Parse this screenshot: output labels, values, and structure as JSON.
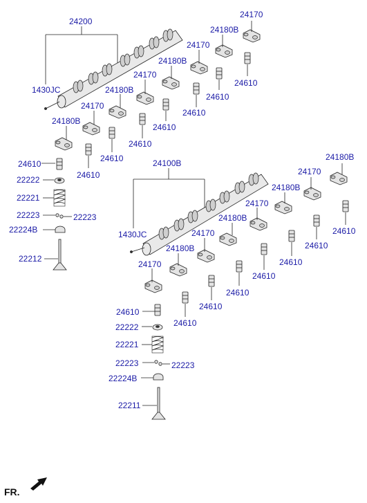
{
  "diagram": {
    "front_label": "FR.",
    "labels": {
      "a_24200": "24200",
      "a_1430jc_1": "1430JC",
      "a_24170_a": "24170",
      "a_24180b_a": "24180B",
      "a_24170_b": "24170",
      "a_24180b_b": "24180B",
      "a_24610_a": "24610",
      "a_24610_b": "24610",
      "a_24170_c": "24170",
      "a_24180b_c": "24180B",
      "a_24610_c": "24610",
      "a_24610_d": "24610",
      "a_24170_d": "24170",
      "a_24180b_d": "24180B",
      "a_24610_e": "24610",
      "a_24610_f": "24610",
      "a_24610_g": "24610",
      "a_24610_h": "24610",
      "a_22222_1": "22222",
      "a_22221_1": "22221",
      "a_22223_1a": "22223",
      "a_22223_1b": "22223",
      "a_22224b_1": "22224B",
      "a_22212": "22212",
      "b_24100b": "24100B",
      "b_1430jc_2": "1430JC",
      "b_24180b_a": "24180B",
      "b_24170_a": "24170",
      "b_24180b_b": "24180B",
      "b_24170_b": "24170",
      "b_24180b_c": "24180B",
      "b_24170_c": "24170",
      "b_24180b_d": "24180B",
      "b_24170_d": "24170",
      "b_24610_a": "24610",
      "b_24610_b": "24610",
      "b_24610_c": "24610",
      "b_24610_d": "24610",
      "b_24610_e": "24610",
      "b_24610_f": "24610",
      "b_24610_g": "24610",
      "b_24610_h": "24610",
      "b_22222_2": "22222",
      "b_22221_2": "22221",
      "b_22223_2a": "22223",
      "b_22223_2b": "22223",
      "b_22224b_2": "22224B",
      "b_22211": "22211"
    }
  },
  "colors": {
    "label": "#1a1aa6",
    "line": "#222222"
  }
}
